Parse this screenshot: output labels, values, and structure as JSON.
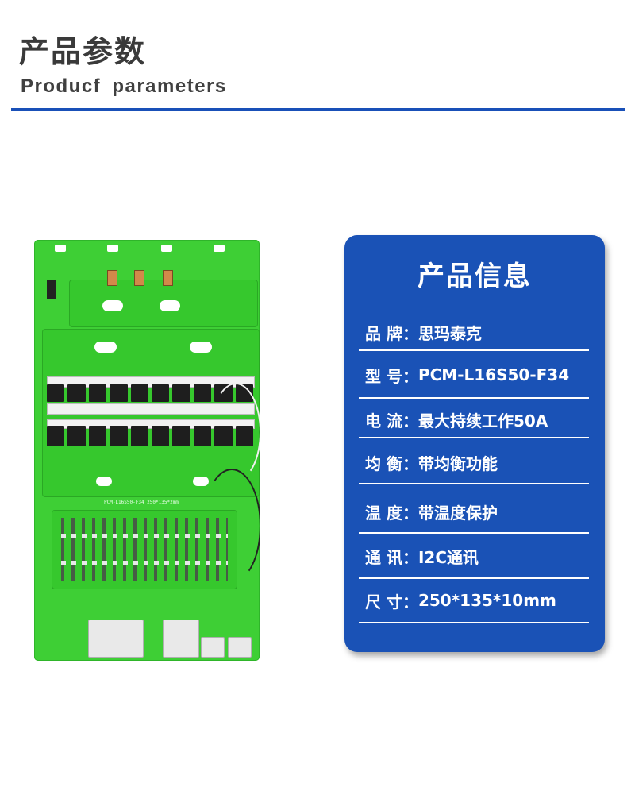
{
  "header": {
    "title_cn": "产品参数",
    "title_en": "Producf parameters"
  },
  "colors": {
    "accent_blue": "#1950b8",
    "card_blue": "#1a52b6",
    "pcb_green": "#3ecf35"
  },
  "product_image": {
    "silkscreen_label": "PCM-L16S50-F34 250*135*2mm"
  },
  "info_card": {
    "title": "产品信息",
    "rows": [
      {
        "label": "品 牌：",
        "value": "思玛泰克"
      },
      {
        "label": "型 号：",
        "value": "PCM-L16S50-F34"
      },
      {
        "label": "电 流：",
        "value": "最大持续工作50A"
      },
      {
        "label": "均 衡：",
        "value": "带均衡功能"
      },
      {
        "label": "温 度：",
        "value": "带温度保护"
      },
      {
        "label": "通 讯：",
        "value": "I2C通讯"
      },
      {
        "label": "尺 寸：",
        "value": "250*135*10mm"
      }
    ]
  }
}
